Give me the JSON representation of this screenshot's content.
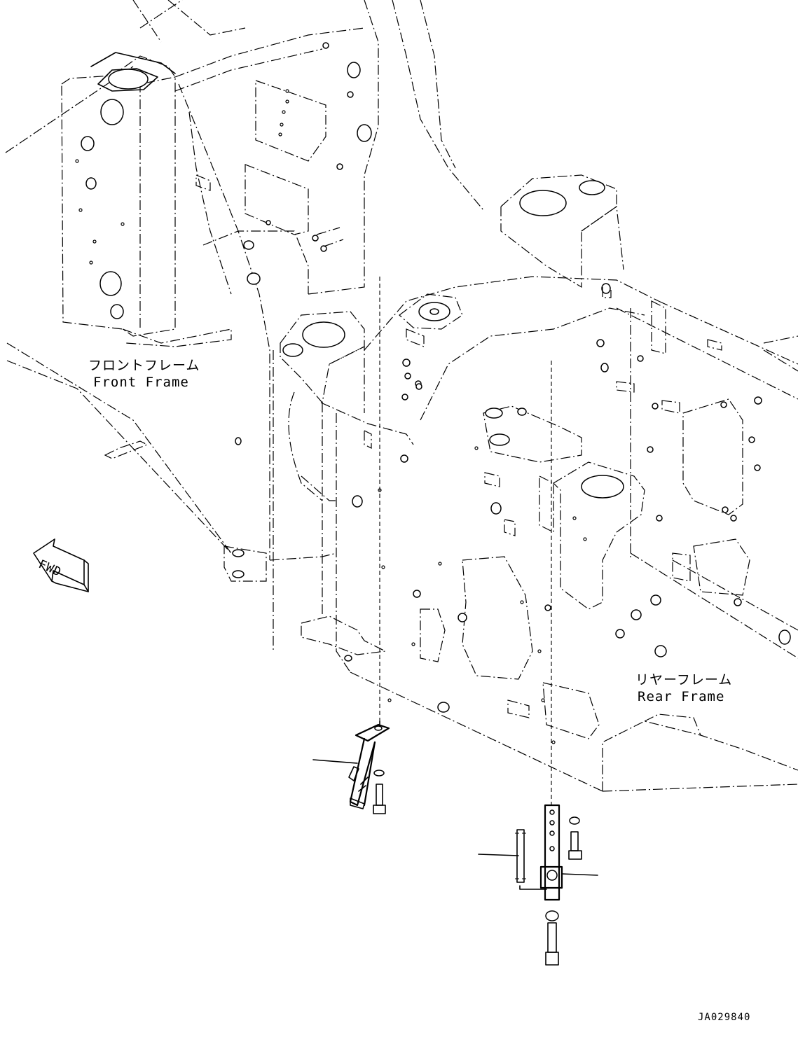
{
  "labels": {
    "front_frame_jp": "フロントフレーム",
    "front_frame_en": "Front Frame",
    "rear_frame_jp": "リヤーフレーム",
    "rear_frame_en": "Rear Frame",
    "fwd": "FWD",
    "drawing_code": "JA029840"
  }
}
